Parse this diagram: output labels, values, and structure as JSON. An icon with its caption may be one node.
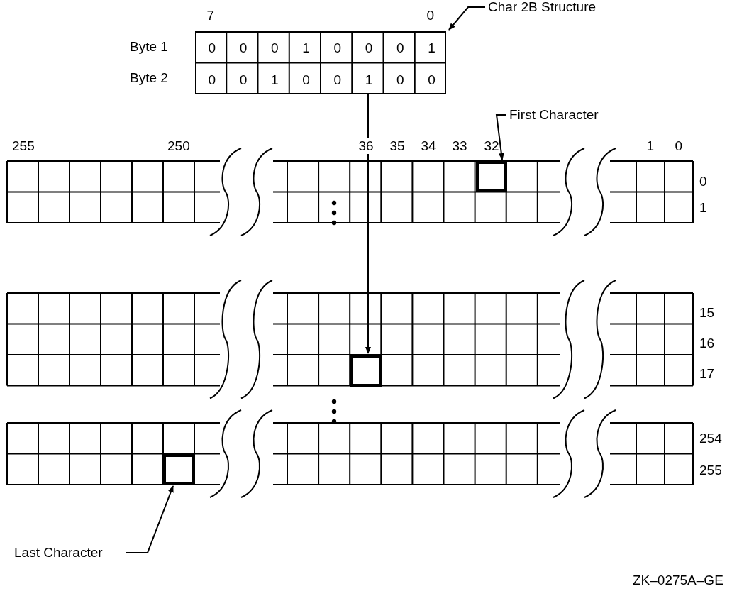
{
  "diagram": {
    "caption": "ZK–0275A–GE",
    "nodes": [
      {
        "text": [
          "Char 2B Structure"
        ]
      },
      {
        "text": [],
        "shape": "box"
      },
      {
        "text": [
          "First Character"
        ]
      },
      {
        "text": [],
        "shape": "box"
      },
      {
        "text": [],
        "shape": "box"
      },
      {
        "text": [
          "Last Character"
        ]
      },
      {
        "text": [],
        "shape": "box"
      }
    ],
    "edges": [
      {
        "from": 0,
        "to": 1,
        "arrow": "to"
      },
      {
        "from": 2,
        "to": 3,
        "arrow": "to"
      },
      {
        "from": 1,
        "to": 4,
        "arrow": "to"
      },
      {
        "from": 5,
        "to": 6,
        "arrow": "to"
      }
    ],
    "labels": [
      "7",
      "0",
      "Byte 1",
      "0",
      "0",
      "0",
      "1",
      "0",
      "0",
      "0",
      "1",
      "Byte 2",
      "0",
      "0",
      "1",
      "0",
      "0",
      "1",
      "0",
      "0",
      "255",
      "250",
      "36",
      "35",
      "34",
      "33",
      "32",
      "1",
      "0",
      "0",
      "1",
      "15",
      "16",
      "17",
      "254",
      "255"
    ]
  }
}
